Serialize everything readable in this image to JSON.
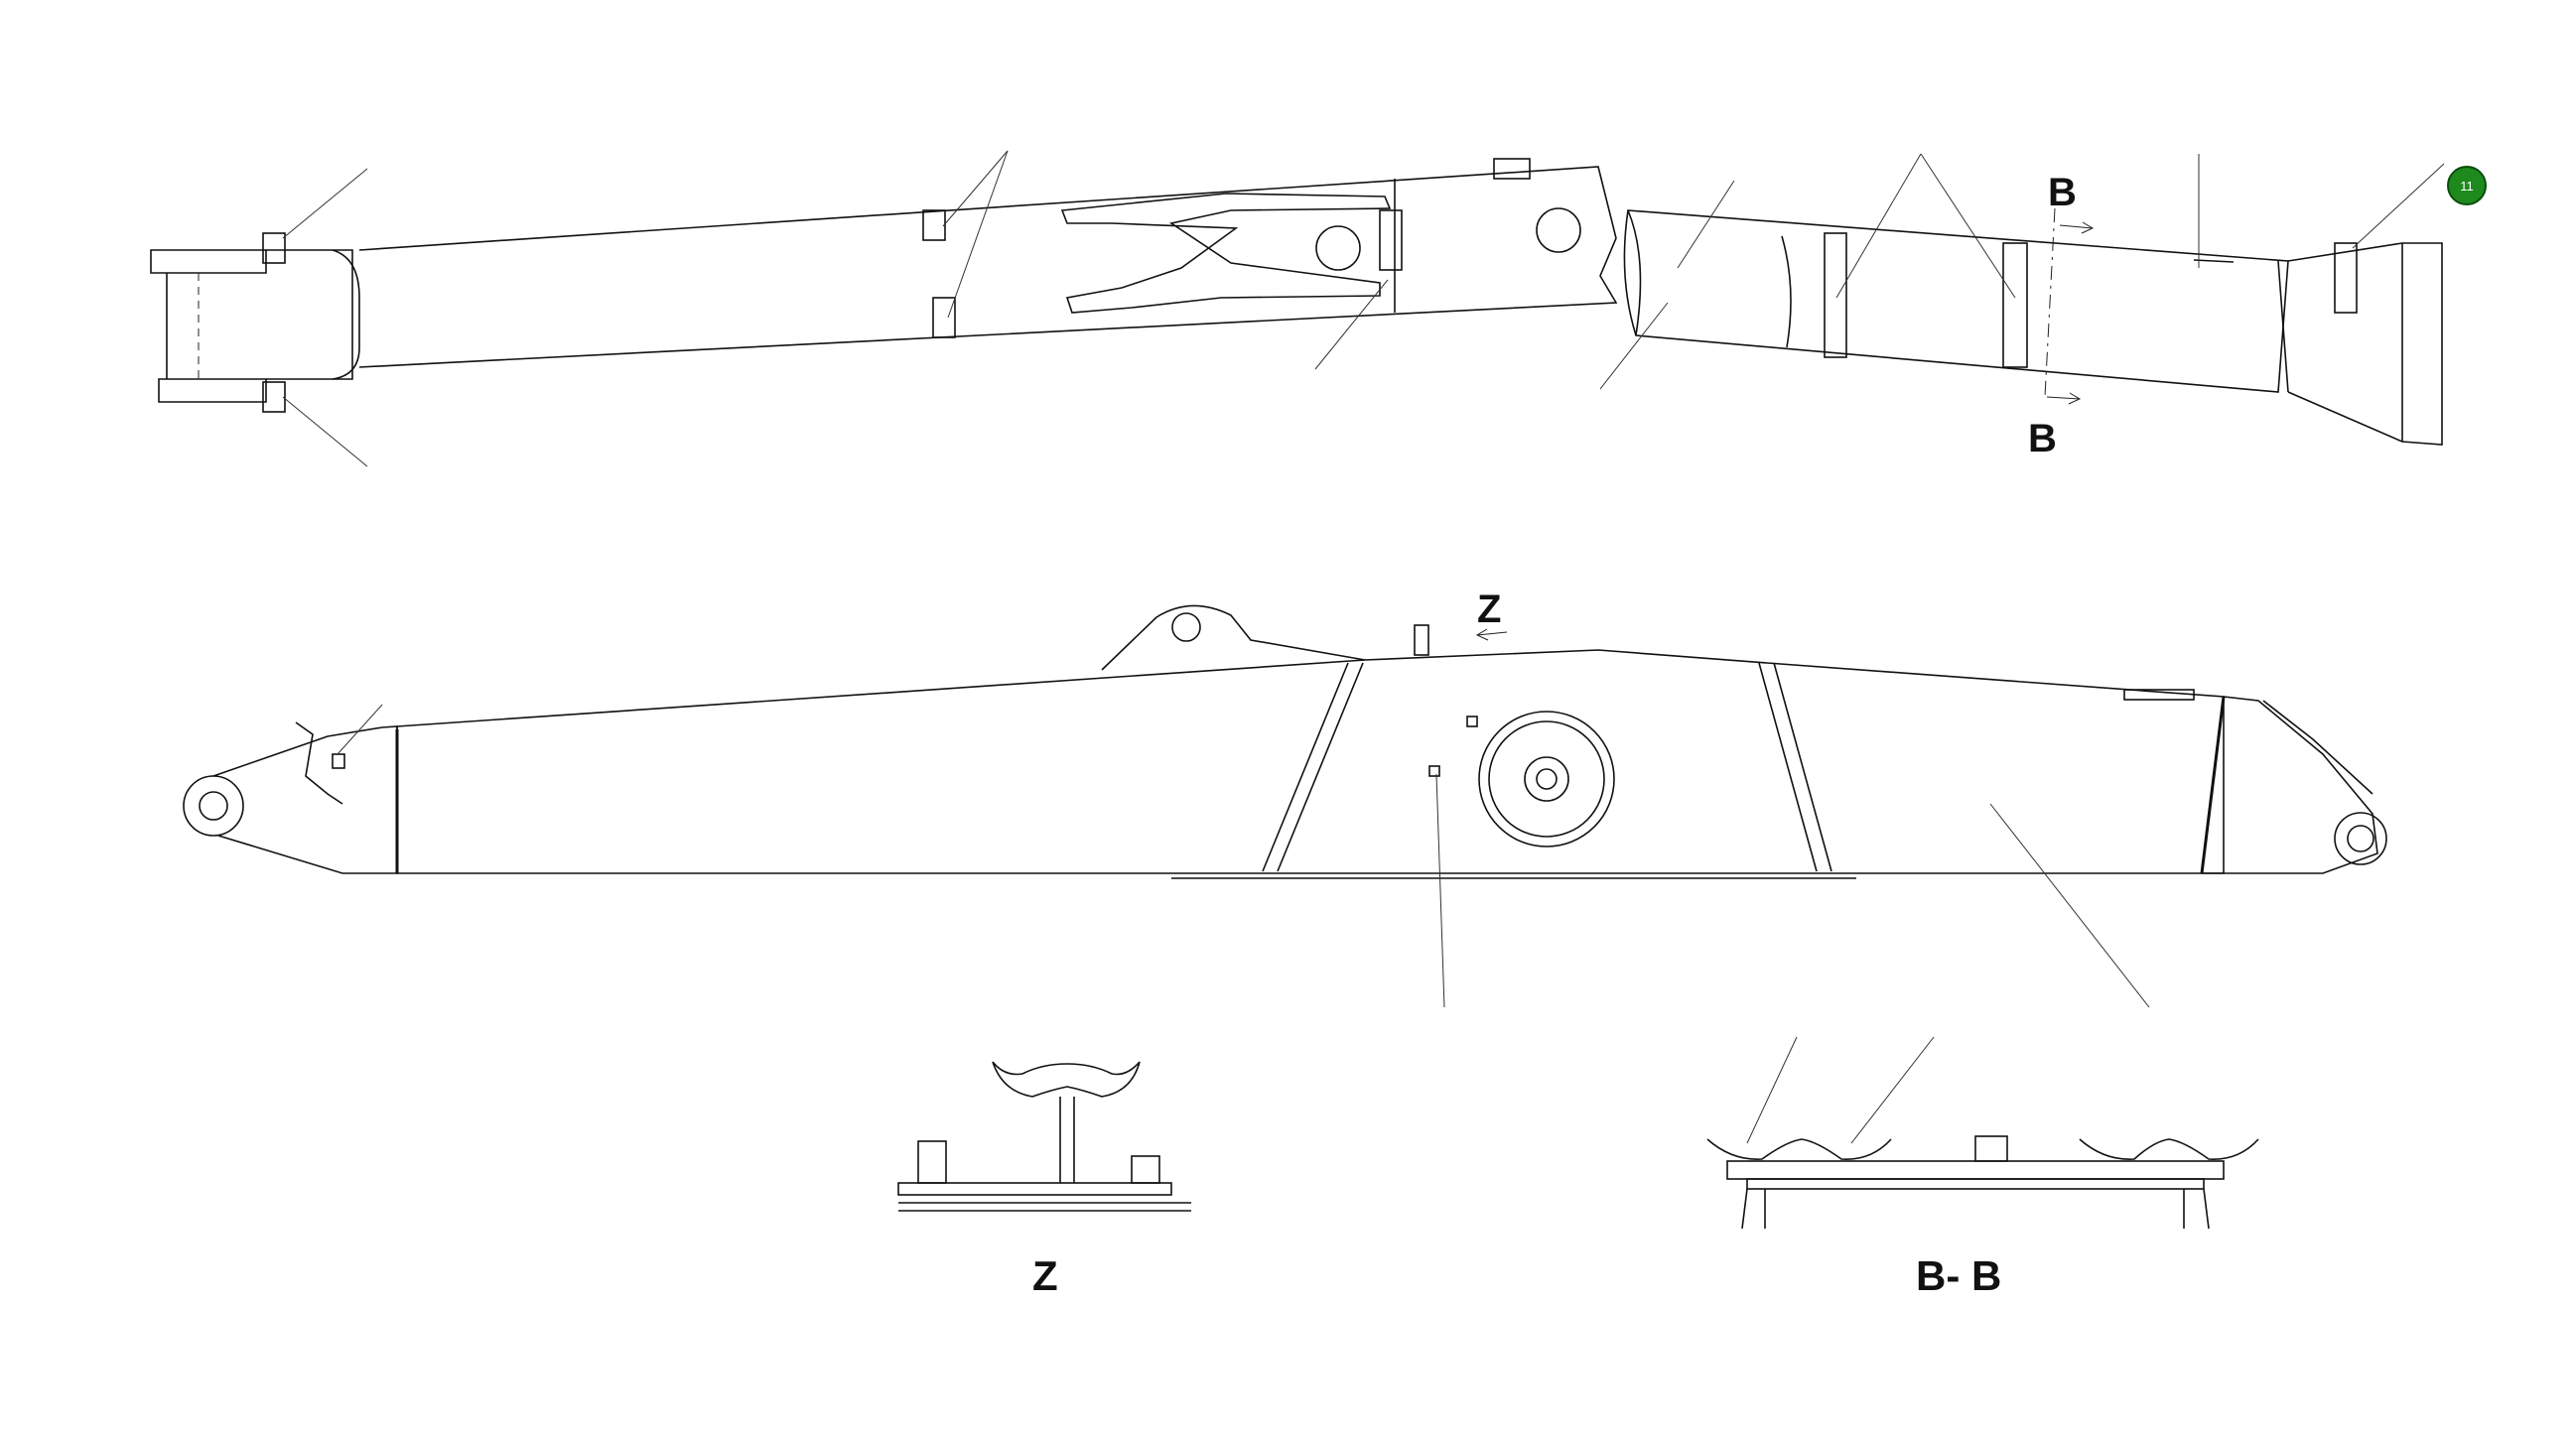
{
  "labels": {
    "section_b_top": "B",
    "section_b_bottom": "B",
    "view_z_arrow": "Z",
    "view_z_title": "Z",
    "section_bb_title": "B- B"
  },
  "hotspot": {
    "number": "11",
    "color": "#1e8a1e"
  },
  "colors": {
    "line": "#111111",
    "background": "#ffffff"
  }
}
